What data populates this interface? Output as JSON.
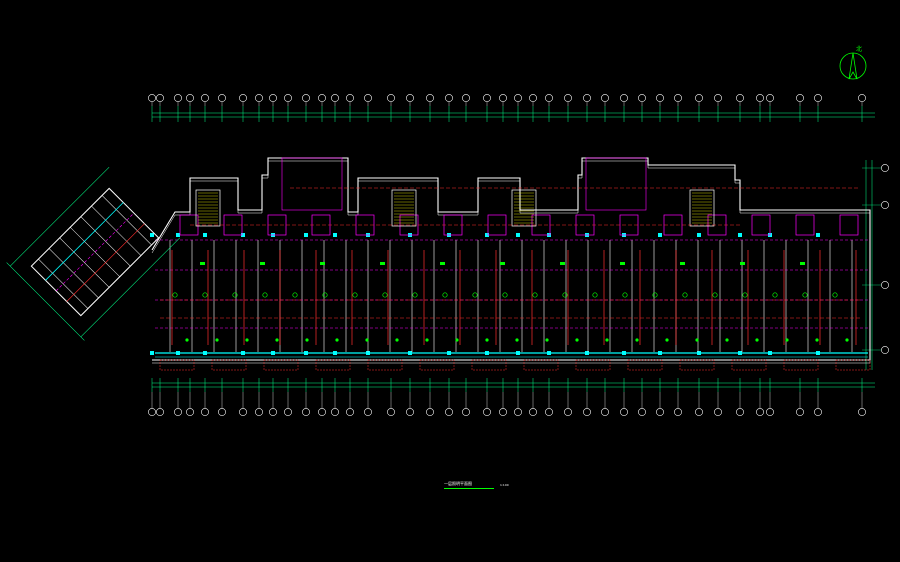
{
  "drawing": {
    "background": "#000000",
    "title": "一层照明平面图",
    "scale": "1:100",
    "north_label": "北"
  },
  "colors": {
    "wall": "#ffffff",
    "column": "#00ffff",
    "circuit": "#ff2d2d",
    "partition": "#ff00ff",
    "equipment": "#00ff00",
    "dim_line": "#00ff88",
    "axis_bubble": "#ffffff",
    "stair": "#ffff00"
  },
  "icons": {
    "north_arrow": "north-arrow-icon",
    "axis_bubble": "axis-bubble-icon",
    "light_fixture": "light-fixture-icon",
    "distribution_panel": "distribution-panel-icon"
  }
}
